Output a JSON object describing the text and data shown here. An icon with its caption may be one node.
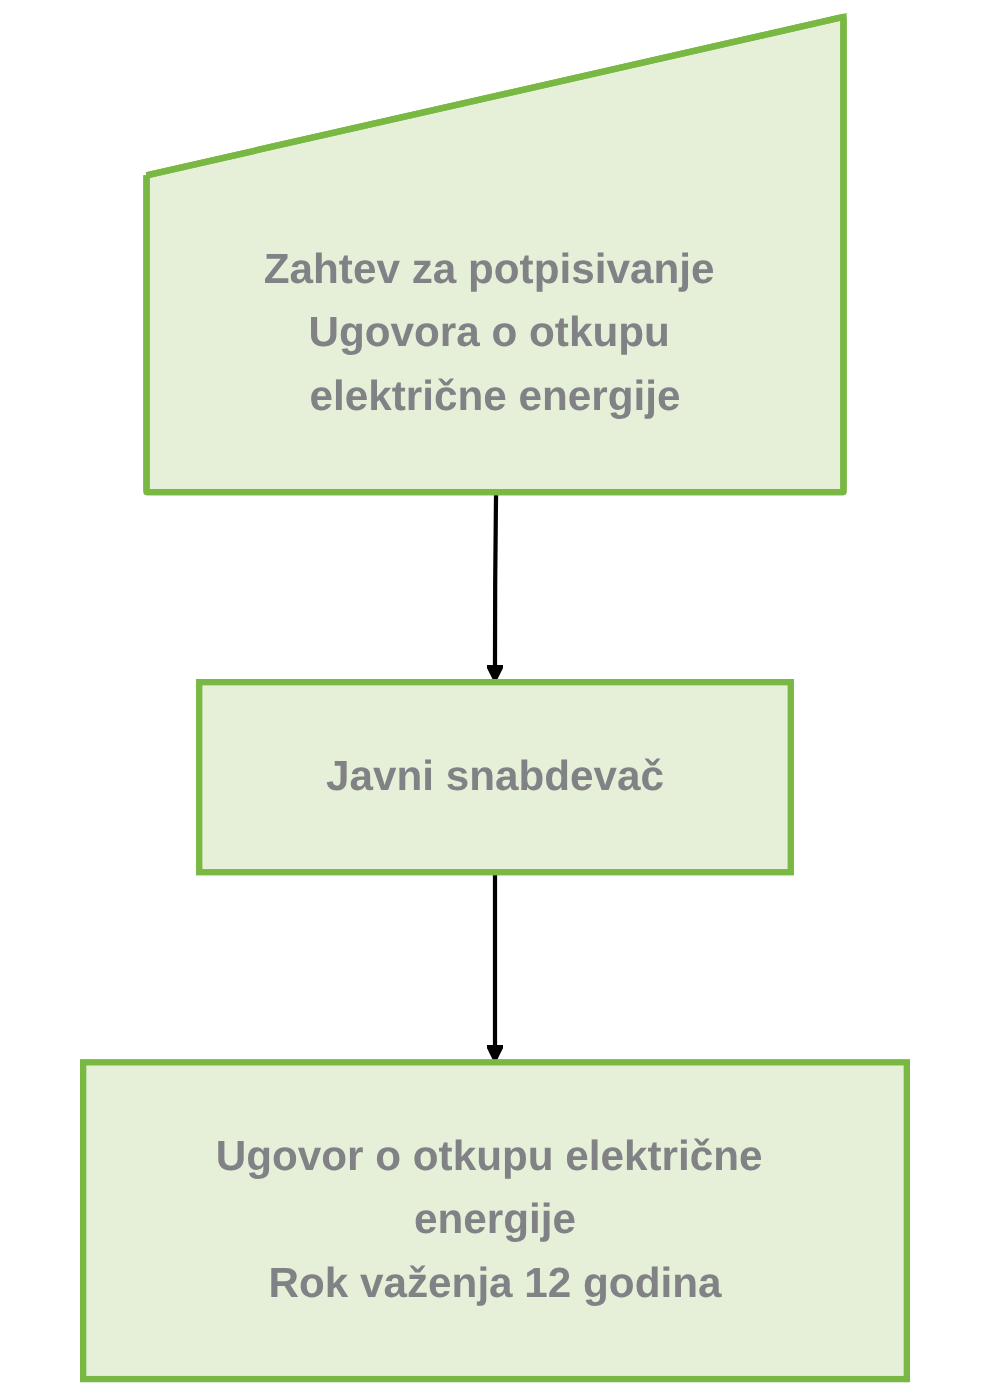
{
  "diagram": {
    "nodes": [
      {
        "text": [
          "Zahtev za potpisivanje Ugovora o otkupu električne energije"
        ]
      },
      {
        "text": [
          "Javni snabdevač"
        ]
      },
      {
        "text": [
          "Ugovor o otkupu električne energije",
          "Rok važenja 12 godina"
        ]
      }
    ],
    "edges": [
      {
        "from": 0,
        "to": 1,
        "arrow": "to"
      },
      {
        "from": 1,
        "to": 2,
        "arrow": "to"
      }
    ]
  }
}
